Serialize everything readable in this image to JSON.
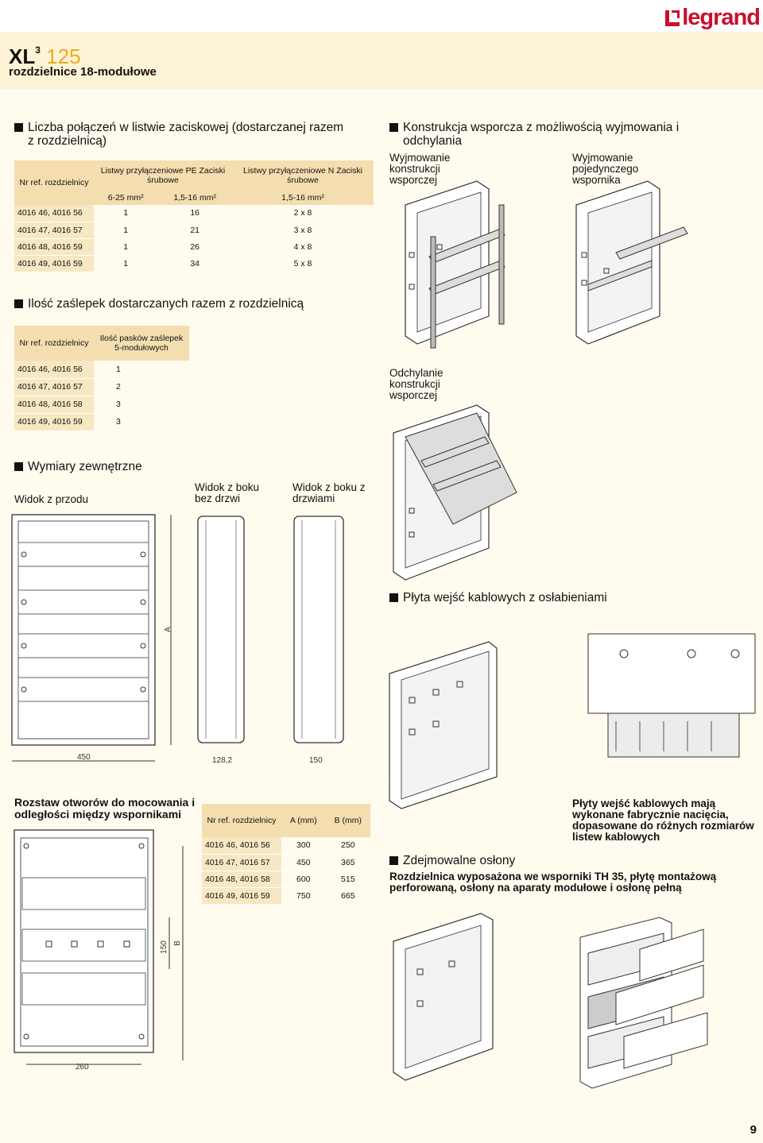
{
  "brand": {
    "name": "legrand",
    "color": "#c8102e"
  },
  "header": {
    "title": "XL",
    "title_sup": "3",
    "title_num": "125",
    "subtitle": "rozdzielnice 18-modułowe"
  },
  "section_terminals": {
    "title": "Liczba połączeń w listwie zaciskowej (dostarczanej razem z rozdzielnicą)",
    "col_ref": "Nr ref. rozdzielnicy",
    "col_pe": "Listwy przyłączeniowe PE Zaciski śrubowe",
    "col_n": "Listwy przyłączeniowe N Zaciski śrubowe",
    "sub": [
      "6-25 mm²",
      "1,5-16 mm²",
      "1,5-16 mm²"
    ],
    "rows": [
      [
        "4016 46, 4016 56",
        "1",
        "16",
        "2 x 8"
      ],
      [
        "4016 47, 4016 57",
        "1",
        "21",
        "3 x 8"
      ],
      [
        "4016 48, 4016 59",
        "1",
        "26",
        "4 x 8"
      ],
      [
        "4016 49, 4016 59",
        "1",
        "34",
        "5 x 8"
      ]
    ]
  },
  "section_blanks": {
    "title": "Ilość zaślepek dostarczanych razem z rozdzielnicą",
    "col_ref": "Nr ref. rozdzielnicy",
    "col_count": "Ilość pasków zaślepek 5-modułowych",
    "rows": [
      [
        "4016 46, 4016 56",
        "1"
      ],
      [
        "4016 47, 4016 57",
        "2"
      ],
      [
        "4016 48, 4016 58",
        "3"
      ],
      [
        "4016 49, 4016 59",
        "3"
      ]
    ]
  },
  "section_structure": {
    "title": "Konstrukcja wsporcza z możliwością wyjmowania i odchylania",
    "label_remove_frame": "Wyjmowanie konstrukcji wsporczej",
    "label_remove_rail": "Wyjmowanie pojedynczego wspornika",
    "label_tilt": "Odchylanie konstrukcji wsporczej"
  },
  "section_dimensions": {
    "title": "Wymiary zewnętrzne",
    "front": "Widok z przodu",
    "side_no_door": "Widok z boku bez drzwi",
    "side_door": "Widok z boku z drzwiami",
    "dim_a": "A",
    "width": "450",
    "depth1": "128,2",
    "depth2": "150"
  },
  "section_cable": {
    "title": "Płyta wejść kablowych z osłabieniami"
  },
  "section_holes": {
    "title": "Rozstaw otworów do mocowania i odległości między wspornikami",
    "col_ref": "Nr ref. rozdzielnicy",
    "col_a": "A (mm)",
    "col_b": "B (mm)",
    "rows": [
      [
        "4016 46, 4016 56",
        "300",
        "250"
      ],
      [
        "4016 47, 4016 57",
        "450",
        "365"
      ],
      [
        "4016 48, 4016 58",
        "600",
        "515"
      ],
      [
        "4016 49, 4016 59",
        "750",
        "665"
      ]
    ],
    "dim_150": "150",
    "dim_b": "B",
    "dim_260": "260"
  },
  "cable_note": "Płyty wejść kablowych mają wykonane fabrycznie nacięcia, dopasowane do różnych rozmiarów listew kablowych",
  "section_covers": {
    "title": "Zdejmowalne osłony",
    "desc": "Rozdzielnica wyposażona we wsporniki TH 35, płytę montażową perforowaną, osłony na aparaty modułowe i osłonę pełną"
  },
  "page_number": "9"
}
